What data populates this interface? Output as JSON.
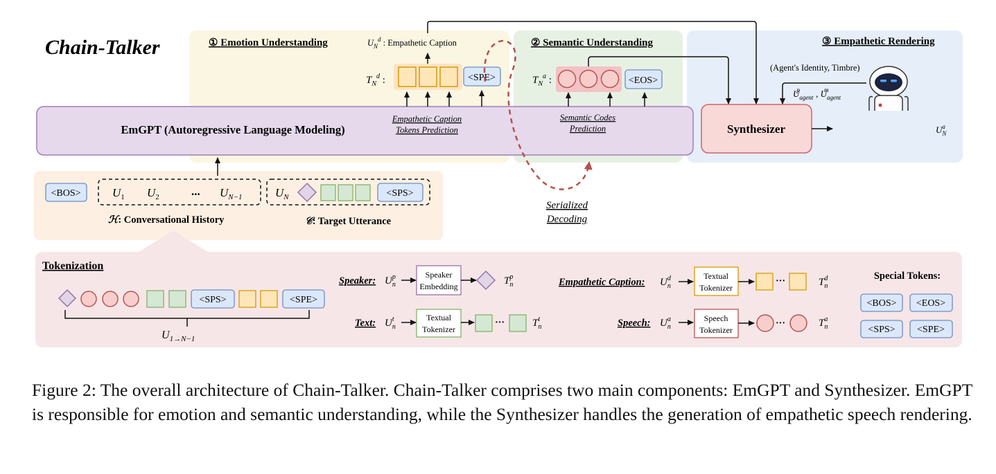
{
  "title": "Chain-Talker",
  "sections": {
    "emotion": "① Emotion Understanding",
    "semantic": "② Semantic Understanding",
    "rendering": "③ Empathetic Rendering"
  },
  "emgpt": {
    "label": "EmGPT (Autoregressive Language Modeling)",
    "caption_pred_line1": "Empathetic Caption",
    "caption_pred_line2": "Tokens Prediction",
    "codes_pred_line1": "Semantic Codes",
    "codes_pred_line2": "Prediction"
  },
  "outputs": {
    "caption_label": "Empathetic Caption",
    "td_label": "T",
    "ta_label": "T",
    "spe_token": "<SPE>",
    "eos_token": "<EOS>"
  },
  "synthesizer": {
    "label": "Synthesizer",
    "agent_label": "(Agent's Identity, Timbre)",
    "output_label": "U"
  },
  "serialized": {
    "line1": "Serialized",
    "line2": "Decoding"
  },
  "input": {
    "bos": "<BOS>",
    "history_tokens": [
      "U",
      "U",
      "...",
      "U"
    ],
    "history_subs": [
      "1",
      "2",
      "",
      "N−1"
    ],
    "target_token": "U",
    "sps": "<SPS>",
    "history_label": ": Conversational History",
    "target_label": ": Target Utterance",
    "history_symbol": "ℋ",
    "target_symbol": "𝒞"
  },
  "tokenization": {
    "title": "Tokenization",
    "sps": "<SPS>",
    "spe": "<SPE>",
    "range_label": "U",
    "speaker_label": "Speaker:",
    "speaker_box": [
      "Speaker",
      "Embedding"
    ],
    "text_label": "Text:",
    "text_box": [
      "Textual",
      "Tokenizer"
    ],
    "caption_label": "Empathetic Caption:",
    "caption_box": [
      "Textual",
      "Tokenizer"
    ],
    "speech_label": "Speech:",
    "speech_box": [
      "Speech",
      "Tokenizer"
    ],
    "special_title": "Special Tokens:",
    "special_tokens": [
      "<BOS>",
      "<EOS>",
      "<SPS>",
      "<SPE>"
    ]
  },
  "figure_caption": "Figure 2: The overall architecture of Chain-Talker. Chain-Talker comprises two main components: EmGPT and Synthesizer. EmGPT is responsible for emotion and semantic understanding, while the Synthesizer handles the generation of empathetic speech rendering.",
  "colors": {
    "emotion_bg": "#fbf6e2",
    "semantic_bg": "#e7f1e3",
    "rendering_bg": "#e6eef9",
    "emgpt_fill": "#e6d9ec",
    "emgpt_stroke": "#9d7fb8",
    "synth_fill": "#f8d9d7",
    "synth_stroke": "#c9676a",
    "input_bg": "#fdf0e2",
    "tokenization_bg": "#f6e6e8",
    "token_blue": "#dbe8fb",
    "token_blue_stroke": "#6c8ebf",
    "orange_fill": "#ffe6b8",
    "orange_stroke": "#d79b00",
    "red_fill": "#f8cecc",
    "red_stroke": "#b85450",
    "green_fill": "#d5e8d4",
    "green_stroke": "#82b366",
    "purple_fill": "#e1d5e7",
    "purple_stroke": "#9673a6"
  }
}
